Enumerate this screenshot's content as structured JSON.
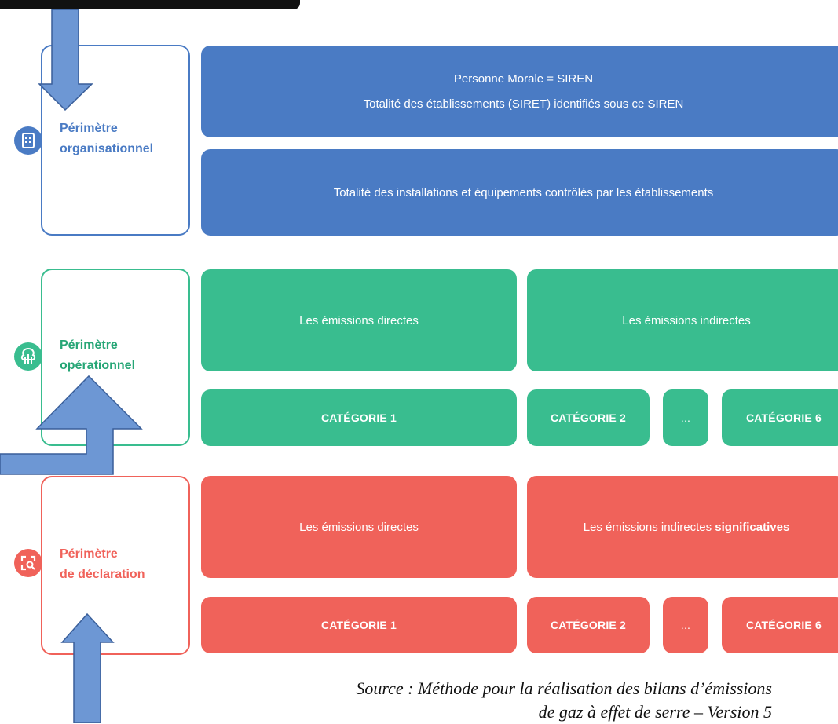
{
  "organisational": {
    "label_line1": "Périmètre",
    "label_line2": "organisationnel",
    "icon": "building-icon",
    "box1_line1": "Personne Morale = SIREN",
    "box1_line2": "Totalité des établissements (SIRET) identifiés sous ce SIREN",
    "box2": "Totalité des installations et équipements contrôlés par les établissements",
    "color": "#4a7bc4"
  },
  "operational": {
    "label_line1": "Périmètre",
    "label_line2": "opérationnel",
    "icon": "tree-network-icon",
    "direct": "Les émissions directes",
    "indirect": "Les émissions indirectes",
    "cat1": "CATÉGORIE 1",
    "cat2": "CATÉGORIE 2",
    "ellipsis": "...",
    "cat6": "CATÉGORIE 6",
    "color": "#39bd8f"
  },
  "declaration": {
    "label_line1": "Périmètre",
    "label_line2": "de déclaration",
    "icon": "scan-search-icon",
    "direct": "Les émissions directes",
    "indirect_prefix": "Les émissions indirectes ",
    "indirect_bold": "significatives",
    "cat1": "CATÉGORIE 1",
    "cat2": "CATÉGORIE 2",
    "ellipsis": "...",
    "cat6": "CATÉGORIE 6",
    "color": "#f0625a"
  },
  "source": {
    "line1": "Source : Méthode pour la réalisation des bilans d’émissions",
    "line2": "de gaz à effet de serre – Version 5"
  },
  "arrow_color": "#6d97d4"
}
